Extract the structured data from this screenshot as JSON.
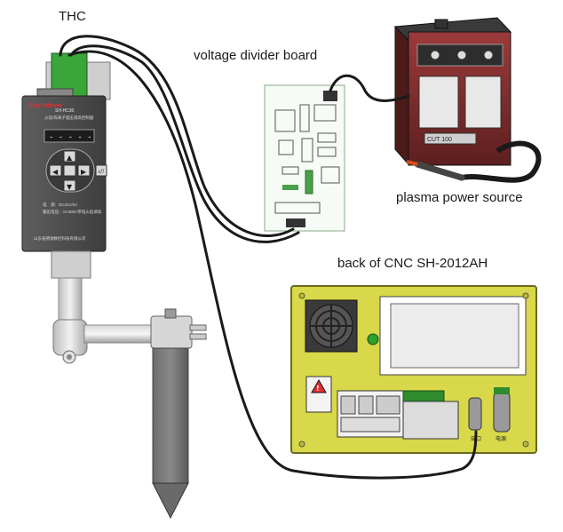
{
  "labels": {
    "thc": "THC",
    "divider": "voltage divider board",
    "plasma": "plasma power source",
    "cnc": "back of CNC SH-2012AH"
  },
  "thc_panel": {
    "brand": "Start Mover",
    "model": "SH-HC30",
    "subtitle": "火焰/等离子弧压调高控制器",
    "spec1": "电　源：DC24V/3A",
    "spec2": "输出电压：AC380V带电火焰调高",
    "maker": "山东省德源数控科技有限公司",
    "lcd": "- - - - -",
    "key_left": "◀",
    "key_right": "▶",
    "key_up": "▲",
    "key_down": "▼",
    "key_enter": "⏎"
  },
  "plasma_unit": {
    "badge": "CUT 100"
  },
  "cnc_panel": {
    "warning": "!",
    "port_a": "端口",
    "port_b": "电源"
  },
  "colors": {
    "cable": "#1a1a1a",
    "thc_body": "#4a4a4a",
    "plasma_body": "#7b2c2c",
    "cnc_panel": "#d8d84a",
    "board_green": "#2e8b2e"
  },
  "icons": [
    "fan-icon",
    "warning-icon",
    "lock-nut-icon"
  ]
}
